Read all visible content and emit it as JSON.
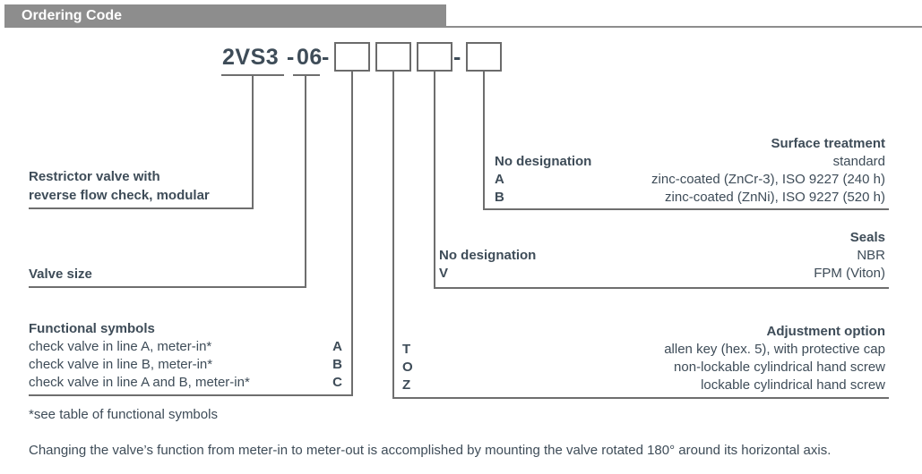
{
  "header": {
    "title": "Ordering Code"
  },
  "code": {
    "base": "2VS3",
    "separator": "-",
    "size": "06"
  },
  "left_sections": {
    "restrictor": {
      "line1": "Restrictor valve with",
      "line2": "reverse flow check, modular"
    },
    "valve_size": {
      "label": "Valve size"
    },
    "functional_symbols": {
      "title": "Functional symbols",
      "rows": [
        {
          "desc": "check valve in line A, meter-in*",
          "code": "A"
        },
        {
          "desc": "check valve in line B, meter-in*",
          "code": "B"
        },
        {
          "desc": "check valve in line A and B, meter-in*",
          "code": "C"
        }
      ],
      "footnote": "*see table of functional symbols"
    }
  },
  "right_sections": {
    "surface_treatment": {
      "title": "Surface treatment",
      "rows": [
        {
          "code": "No designation",
          "desc": "standard"
        },
        {
          "code": "A",
          "desc": "zinc-coated (ZnCr-3), ISO 9227 (240 h)"
        },
        {
          "code": "B",
          "desc": "zinc-coated (ZnNi), ISO 9227 (520 h)"
        }
      ]
    },
    "seals": {
      "title": "Seals",
      "rows": [
        {
          "code": "No designation",
          "desc": "NBR"
        },
        {
          "code": "V",
          "desc": "FPM (Viton)"
        }
      ]
    },
    "adjustment_option": {
      "title": "Adjustment option",
      "rows": [
        {
          "code": "T",
          "desc": "allen key (hex. 5), with protective cap"
        },
        {
          "code": "O",
          "desc": "non-lockable cylindrical hand screw"
        },
        {
          "code": "Z",
          "desc": "lockable cylindrical hand screw"
        }
      ]
    }
  },
  "footer": {
    "note": "Changing the valve’s function from meter-in to meter-out is accomplished by mounting the valve rotated 180° around its horizontal axis."
  },
  "colors": {
    "header_bg": "#8d8d8d",
    "text": "#3e4c58",
    "line": "#6e6e6e"
  }
}
